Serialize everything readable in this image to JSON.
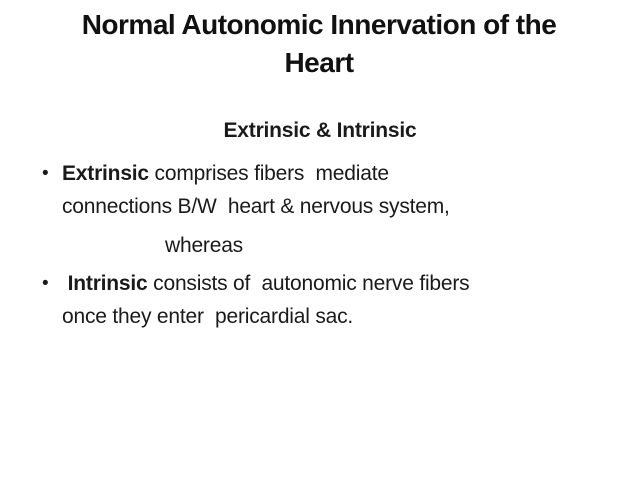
{
  "slide": {
    "background_color": "#ffffff",
    "text_color": "#1a1a1a",
    "title": "Normal Autonomic Innervation of the\nHeart",
    "subtitle": "Extrinsic & Intrinsic",
    "bullet_char": "•",
    "bullets": [
      {
        "lead": "Extrinsic",
        "rest": " comprises fibers  mediate\nconnections B/W  heart & nervous system,"
      },
      {
        "lead": " Intrinsic",
        "rest": " consists of  autonomic nerve fibers\nonce they enter  pericardial sac."
      }
    ],
    "connector": "whereas"
  }
}
